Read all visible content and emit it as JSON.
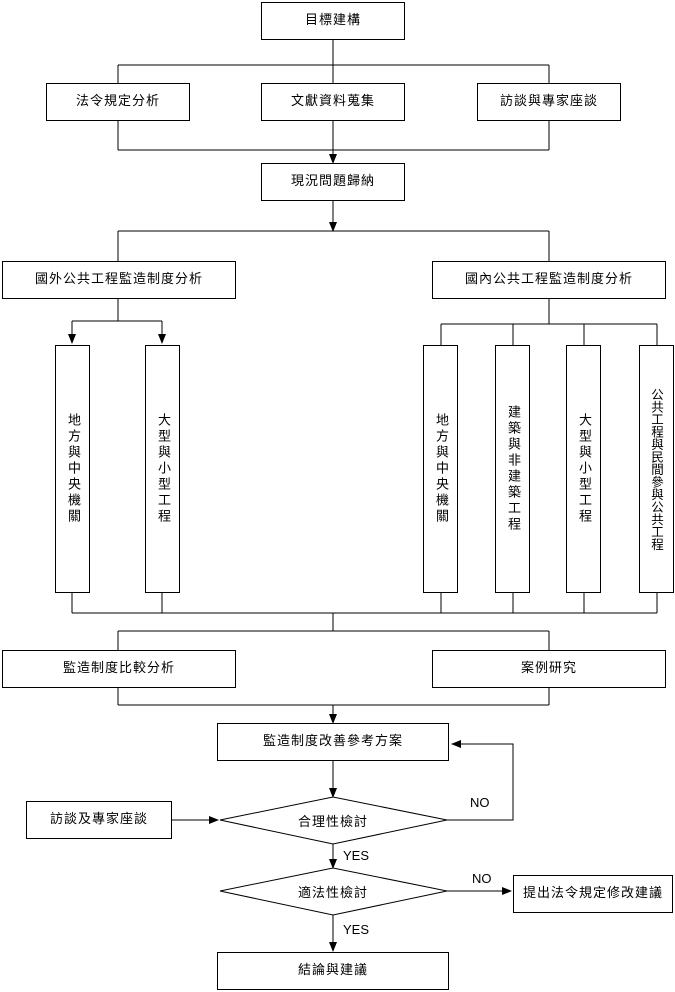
{
  "nodes": {
    "goal": "目標建構",
    "law_analysis": "法令規定分析",
    "literature": "文獻資料蒐集",
    "interview_top": "訪談與專家座談",
    "summary": "現況問題歸納",
    "foreign": "國外公共工程監造制度分析",
    "domestic": "國內公共工程監造制度分析",
    "f_local_central": "地方與中央機關",
    "f_large_small": "大型與小型工程",
    "d_local_central": "地方與中央機關",
    "d_building": "建築與非建築工程",
    "d_large_small": "大型與小型工程",
    "d_public_private": "公共工程與民間參與公共工程",
    "compare": "監造制度比較分析",
    "case_study": "案例研究",
    "improve": "監造制度改善參考方案",
    "interview_bottom": "訪談及專家座談",
    "reasonable": "合理性檢討",
    "legality": "適法性檢討",
    "propose": "提出法令規定修改建議",
    "conclusion": "結論與建議"
  },
  "edge_labels": {
    "no1": "NO",
    "yes1": "YES",
    "no2": "NO",
    "yes2": "YES"
  }
}
